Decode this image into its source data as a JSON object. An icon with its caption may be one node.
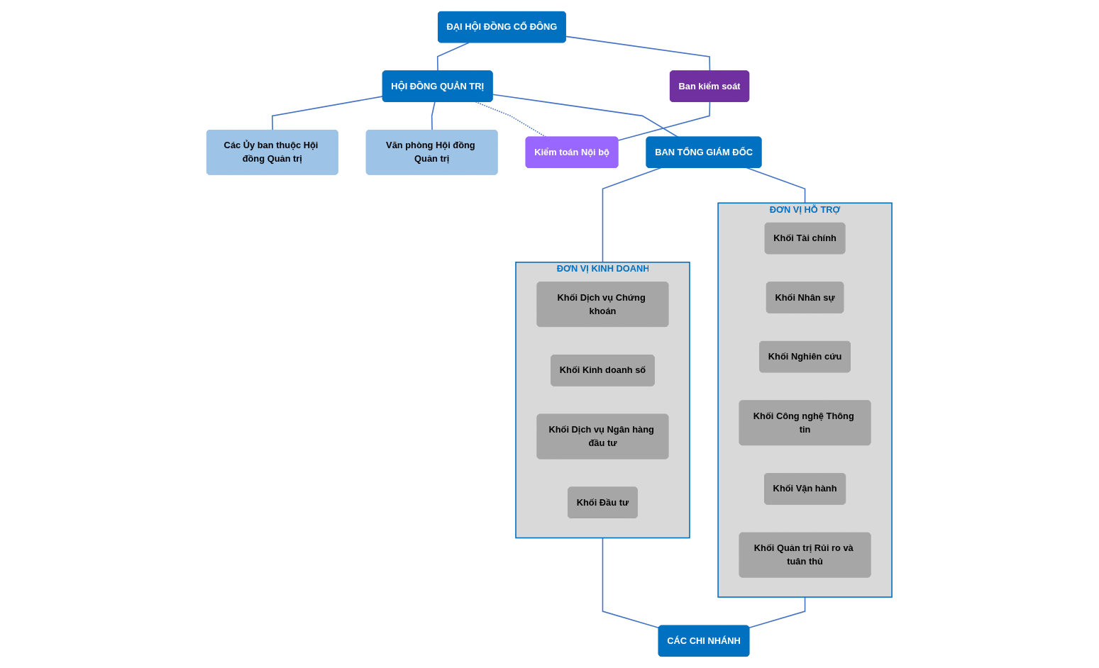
{
  "diagram": {
    "nodes": [
      {
        "text": [
          "ĐẠI HỘI ĐỒNG CỔ ĐÔNG"
        ]
      },
      {
        "text": [
          "Ban kiểm soát"
        ]
      },
      {
        "text": [
          "HỘI ĐỒNG QUẢN TRỊ"
        ]
      },
      {
        "text": [
          "Các Ủy ban thuộc Hội đồng Quản trị"
        ]
      },
      {
        "text": [
          "Văn phòng Hội đồng Quản trị"
        ]
      },
      {
        "text": [
          "Kiểm toán Nội bộ"
        ]
      },
      {
        "text": [
          "BAN TỔNG GIÁM ĐỐC"
        ]
      },
      {
        "text": [
          "ĐƠN VỊ KINH DOANH"
        ]
      },
      {
        "text": [
          "Khối Dịch vụ Chứng khoán"
        ],
        "in": 7
      },
      {
        "text": [
          "Khối Kinh doanh số"
        ],
        "in": 7
      },
      {
        "text": [
          "Khối Dịch vụ Ngân hàng đầu tư"
        ],
        "in": 7
      },
      {
        "text": [
          "Khối Đầu tư"
        ],
        "in": 7
      },
      {
        "text": [
          "ĐƠN VỊ HỖ TRỢ"
        ]
      },
      {
        "text": [
          "Khối Tài chính"
        ],
        "in": 12
      },
      {
        "text": [
          "Khối Nhân sự"
        ],
        "in": 12
      },
      {
        "text": [
          "Khối Nghiên cứu"
        ],
        "in": 12
      },
      {
        "text": [
          "Khối Công nghệ Thông tin"
        ],
        "in": 12
      },
      {
        "text": [
          "Khối Vận hành"
        ],
        "in": 12
      },
      {
        "text": [
          "Khối Quản trị Rủi ro và tuân thủ"
        ],
        "in": 12
      },
      {
        "text": [
          "CÁC CHI NHÁNH"
        ]
      }
    ],
    "edges": [
      {
        "from": 0,
        "to": 2,
        "arrow": "none"
      },
      {
        "from": 0,
        "to": 1,
        "arrow": "none"
      },
      {
        "from": 1,
        "to": 5,
        "arrow": "none"
      },
      {
        "from": 2,
        "to": 3,
        "arrow": "none"
      },
      {
        "from": 2,
        "to": 4,
        "arrow": "none"
      },
      {
        "from": 2,
        "to": 5,
        "arrow": "none",
        "style": "dashed"
      },
      {
        "from": 2,
        "to": 6,
        "arrow": "none"
      },
      {
        "from": 6,
        "to": 7,
        "arrow": "none"
      },
      {
        "from": 6,
        "to": 12,
        "arrow": "none"
      },
      {
        "from": 7,
        "to": 19,
        "arrow": "none"
      },
      {
        "from": 12,
        "to": 19,
        "arrow": "none"
      }
    ]
  }
}
